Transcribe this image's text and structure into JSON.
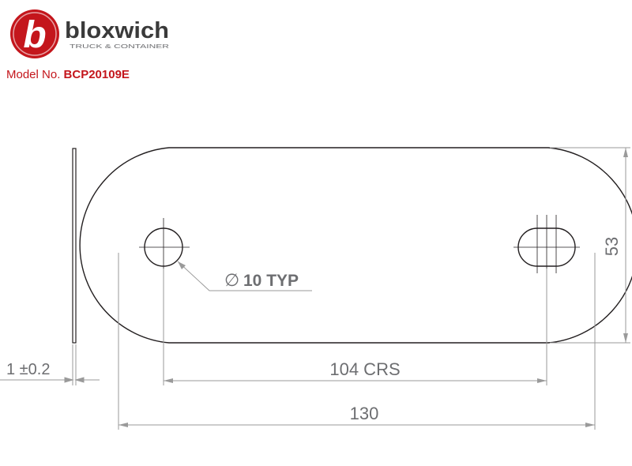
{
  "brand": {
    "name": "bloxwich",
    "tagline": "TRUCK & CONTAINER",
    "logo_letter": "b",
    "red": "#c4161c",
    "dark": "#3a3a3a"
  },
  "model": {
    "label": "Model No.",
    "number": "BCP20109E"
  },
  "dimensions": {
    "thickness": "1 ±0.2",
    "hole": "10 TYP",
    "hole_symbol": "∅",
    "centres": "104 CRS",
    "length": "130",
    "height": "53"
  },
  "colors": {
    "outline": "#231f20",
    "dimension": "#9a9a9a",
    "dim_text": "#6d6e71"
  }
}
